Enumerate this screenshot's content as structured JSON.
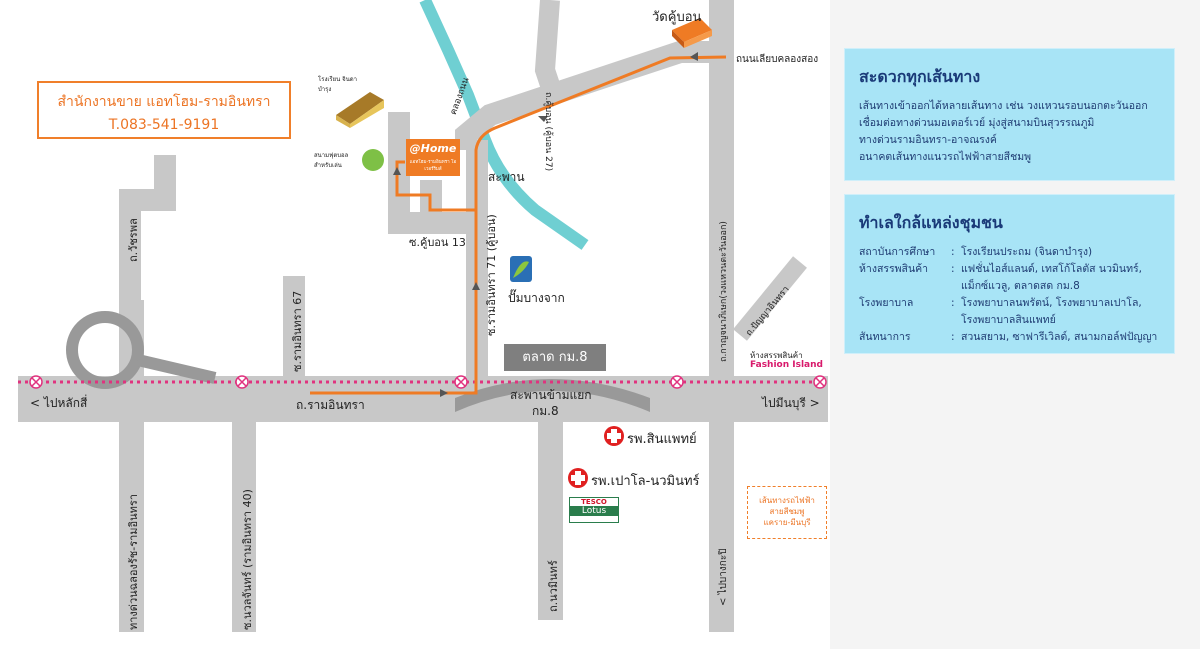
{
  "roads": {
    "ramintra": "ถ.รามอินทรา",
    "to_laksi": "< ไปหลักสี่",
    "to_minburi": "ไปมีนบุรี >",
    "khlong_song": "ถนนเลียบคลองสอง",
    "soi_wacharaphon": "ถ.วัชรพล",
    "soi_ramintra67": "ซ.รามอินทรา 67",
    "soi_ramintra71": "ซ.รามอินทรา 71 (คู้บอน)",
    "soi_khubon27": "ถ.คู้บอน (คู้บอน 27)",
    "soi_khubon13": "ซ.คู้บอน 13",
    "kanchanaphisek": "ถ.กาญจนาภิเษก(วงแหวนตะวันออก)",
    "panya_ramintra": "ถ.ปัญญาอินทรา",
    "expressway": "ทางด่วนฉลองรัช-รามอินทรา",
    "nawamin": "ถ.นวมินทร์",
    "nawalchan": "ซ.นวลจันทร์ (รามอินทรา 40)",
    "to_bangkapi": "< ไปบางกะปิ",
    "canal": "คลองถนน"
  },
  "places": {
    "wat": "วัดคู้บอน",
    "school": "โรงเรียน จินดาบำรุง",
    "field": "สนามฟุตบอล สำหรับเล่น",
    "bridge": "สะพาน",
    "gas": "ปั๊มบางจาก",
    "market": "ตลาด กม.8",
    "flyover_l1": "สะพานข้ามแยก",
    "flyover_l2": "กม.8",
    "mall": "ห้างสรรพสินค้า",
    "fashion": "Fashion Island",
    "hosp1": "รพ.สินแพทย์",
    "hosp2": "รพ.เปาโล-นวมินทร์",
    "tesco_top": "TESCO",
    "tesco_bottom": "Lotus"
  },
  "home_logo": {
    "title": "@Home",
    "sub": "แอทโฮม-รามอินทรา โอเวอร์ริมส์"
  },
  "sales": {
    "title": "สำนักงานขาย แอทโฮม-รามอินทรา",
    "phone": "T.083-541-9191"
  },
  "bts": {
    "line1": "เส้นทางรถไฟฟ้า",
    "line2": "สายสีชมพู",
    "line3": "แคราย-มีนบุรี"
  },
  "panel1": {
    "title": "สะดวกทุกเส้นทาง",
    "lines": [
      "เส้นทางเข้าออกได้หลายเส้นทาง เช่น วงแหวนรอบนอกตะวันออก",
      "เชื่อมต่อทางด่วนมอเตอร์เวย์ มุ่งสู่สนามบินสุวรรณภูมิ",
      "ทางด่วนรามอินทรา-อาจณรงค์",
      "อนาคตเส้นทางแนวรถไฟฟ้าสายสีชมพู"
    ]
  },
  "panel2": {
    "title": "ทำเลใกล้แหล่งชุมชน",
    "rows": [
      {
        "k": "สถาบันการศึกษา",
        "v": "โรงเรียนประถม (จินดาบำรุง)"
      },
      {
        "k": "ห้างสรรพสินค้า",
        "v": "แฟชั่นไอส์แลนด์, เทสโก้โลตัส นวมินทร์, แม็กซ์แวลู, ตลาดสด กม.8"
      },
      {
        "k": "โรงพยาบาล",
        "v": "โรงพยาบาลนพรัตน์, โรงพยาบาลเปาโล, โรงพยาบาลสินแพทย์"
      },
      {
        "k": "สันทนาการ",
        "v": "สวนสยาม, ซาฟารีเวิลด์, สนามกอล์ฟปัญญา"
      }
    ],
    "colon": ":"
  },
  "colors": {
    "road": "#c8c8c8",
    "route": "#ef7b24",
    "canal": "#6fcfd2",
    "bts": "#e0337f",
    "panel": "#a8e4f6",
    "title": "#1a3a78"
  }
}
